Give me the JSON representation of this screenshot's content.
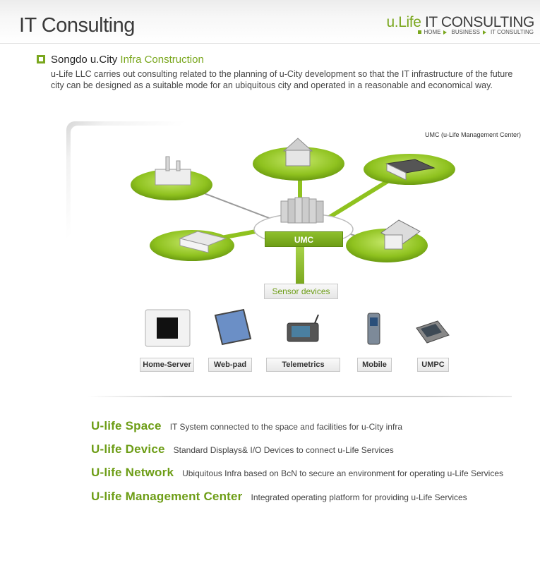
{
  "header": {
    "title": "IT Consulting",
    "brand_part1": "u.Life",
    "brand_part2": "IT CONSULTING",
    "breadcrumb": [
      "HOME",
      "BUSINESS",
      "IT CONSULTING"
    ]
  },
  "section": {
    "heading_prefix": "Songdo u.City ",
    "heading_highlight": "Infra Construction",
    "description": "u-Life LLC carries out consulting related to the planning of u-City development so that the IT infrastructure of the future city can be designed as a suitable mode for an ubiquitous city and operated in a reasonable and economical way."
  },
  "diagram": {
    "caption": "UMC (u-Life Management Center)",
    "umc_label": "UMC",
    "sensor_label": "Sensor devices",
    "devices": [
      "Home-Server",
      "Web-pad",
      "Telemetrics",
      "Mobile",
      "UMPC"
    ]
  },
  "features": [
    {
      "title": "U-life Space",
      "desc": "IT System connected to the space and facilities for u-City infra"
    },
    {
      "title": "U-life Device",
      "desc": "Standard Displays& I/O Devices to connect  u-Life Services"
    },
    {
      "title": "U-life Network",
      "desc": "Ubiquitous Infra based on BcN to secure an environment for operating u-Life Services"
    },
    {
      "title": "U-life Management Center",
      "desc": "Integrated operating platform for providing u-Life Services"
    }
  ],
  "colors": {
    "accent": "#7aa71e",
    "accent_dark": "#6d9d16",
    "text": "#333333"
  }
}
